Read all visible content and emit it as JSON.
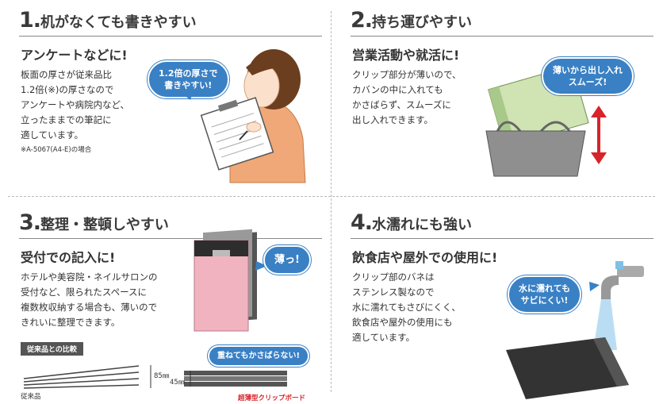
{
  "sections": [
    {
      "num": "1.",
      "title": "机がなくても書きやすい",
      "subtitle": "アンケートなどに!",
      "body": [
        "板面の厚さが従来品比",
        "1.2倍(※)の厚さなので",
        "アンケートや病院内など、",
        "立ったままでの筆記に",
        "適しています。"
      ],
      "note": "※A-5067(A4-E)の場合",
      "bubble": [
        "1.2倍の厚さで",
        "書きやすい!"
      ]
    },
    {
      "num": "2.",
      "title": "持ち運びやすい",
      "subtitle": "営業活動や就活に!",
      "body": [
        "クリップ部分が薄いので、",
        "カバンの中に入れても",
        "かさばらず、スムーズに",
        "出し入れできます。"
      ],
      "bubble": [
        "薄いから出し入れ",
        "スムーズ!"
      ]
    },
    {
      "num": "3.",
      "title": "整理・整頓しやすい",
      "subtitle": "受付での記入に!",
      "body": [
        "ホテルや美容院・ネイルサロンの",
        "受付など、限られたスペースに",
        "複数枚収納する場合も、薄いので",
        "きれいに整理できます。"
      ],
      "bubble": [
        "薄っ!"
      ],
      "compare_title": "従来品との比較",
      "bubble2": "重ねてもかさばらない!",
      "dim_left": "85㎜",
      "dim_right": "45㎜",
      "label_left": "従来品",
      "label_right": "超薄型クリップボード"
    },
    {
      "num": "4.",
      "title": "水濡れにも強い",
      "subtitle": "飲食店や屋外での使用に!",
      "body": [
        "クリップ部のバネは",
        "ステンレス製なので",
        "水に濡れてもさびにくく、",
        "飲食店や屋外の使用にも",
        "適しています。"
      ],
      "bubble": [
        "水に濡れても",
        "サビにくい!"
      ]
    }
  ],
  "colors": {
    "bubble": "#3a80c4",
    "pink_board": "#f2b3c0",
    "green_board": "#cfe3b3",
    "bag": "#8f8f8f",
    "arrow": "#d7232a",
    "red_label": "#d7232a"
  }
}
